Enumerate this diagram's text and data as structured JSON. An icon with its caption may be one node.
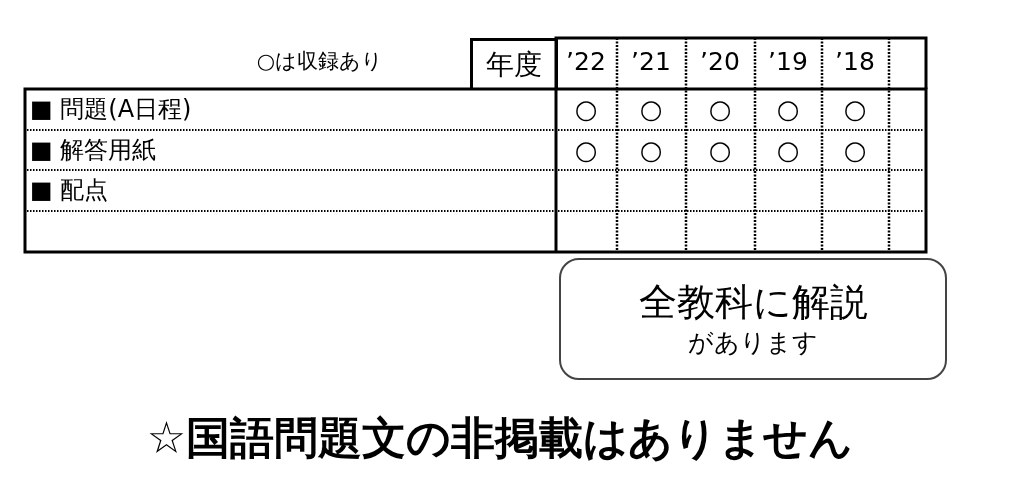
{
  "diagram": {
    "nodes": [
      {
        "text": [
          "全教科に解説",
          "があります"
        ]
      }
    ],
    "labels": [
      "○は収録あり",
      "年度",
      "’22",
      "’21",
      "’20",
      "’19",
      "’18",
      "■ 問題(A日程)",
      "○",
      "○",
      "○",
      "○",
      "○",
      "■ 解答用紙",
      "○",
      "○",
      "○",
      "○",
      "○",
      "■ 配点",
      "☆国語問題文の非掲載はありません"
    ]
  }
}
